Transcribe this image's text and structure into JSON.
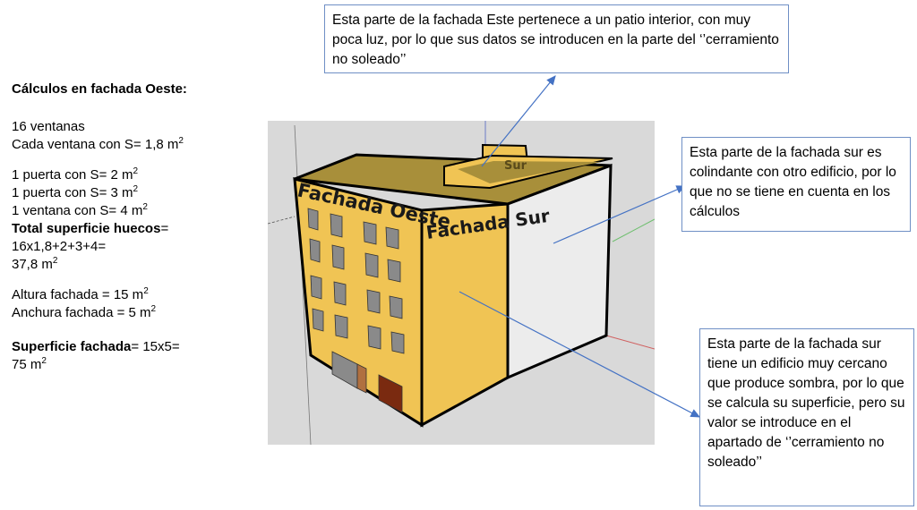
{
  "calc": {
    "title": "Cálculos en fachada Oeste:",
    "windows": "16 ventanas",
    "window_area": "Cada ventana con S= 1,8 m",
    "door1": "1 puerta con S= 2 m",
    "door2": "1 puerta con S= 3 m",
    "window_big": "1 ventana con S= 4 m",
    "total_label": "Total superficie huecos",
    "total_eq": "=",
    "total_expr": "16x1,8+2+3+4=",
    "total_value": "37,8 m",
    "height": "Altura fachada = 15 m",
    "width": "Anchura fachada =  5 m",
    "surface_label": "Superficie fachada",
    "surface_expr": "= 15x5=",
    "surface_value": "75 m",
    "sq": "2"
  },
  "model": {
    "label_west": "Fachada Oeste",
    "label_south": "Fachada Sur",
    "label_south_patio": "Sur"
  },
  "callouts": {
    "top": "Esta parte de la fachada Este pertenece a un patio interior, con muy poca luz, por lo que sus datos se introducen en la parte del ‘’cerramiento no soleado’’",
    "right_top": "Esta parte de la fachada sur es colindante con otro edificio, por lo que no se tiene en cuenta en los cálculos",
    "right_bottom": "Esta parte de la fachada sur tiene un edificio muy cercano que produce sombra, por lo que se calcula su superficie, pero su valor se introduce en el apartado de ‘’cerramiento no soleado’’"
  },
  "colors": {
    "facade_yellow": "#f0c454",
    "facade_white": "#ececec",
    "roof": "#a88f3a",
    "ground": "#d9d9d9",
    "window": "#8a8a8a",
    "door": "#7a2a10",
    "callout_border": "#6f8fc5",
    "arrow": "#4472c4"
  }
}
